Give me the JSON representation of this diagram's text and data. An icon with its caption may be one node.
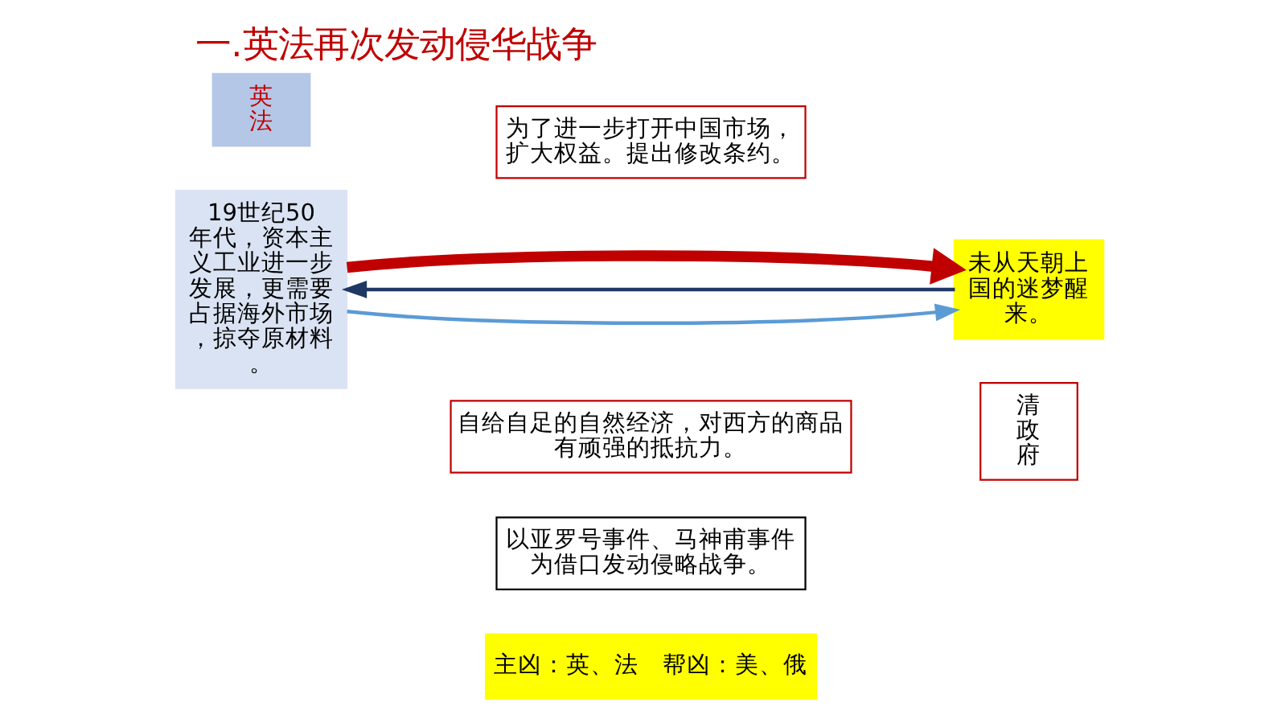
{
  "diagram": {
    "title": "一.英法再次发动侵华战争",
    "nodes": [
      {
        "text": [
          "英法"
        ]
      },
      {
        "text": [
          "19世纪50年代，资本主义工业进一步发展，更需要占据海外市场，掠夺原材料。"
        ]
      },
      {
        "text": [
          "为了进一步打开中国市场，扩大权益。提出修改条约。"
        ]
      },
      {
        "text": [
          "未从天朝上国的迷梦醒来。"
        ]
      },
      {
        "text": [
          "清政府"
        ]
      },
      {
        "text": [
          "自给自足的自然经济，对西方的商品有顽强的抵抗力。"
        ]
      },
      {
        "text": [
          "以亚罗号事件、马神甫事件为借口发动侵略战争。"
        ]
      },
      {
        "text": [
          "主凶：英、法　帮凶：美、俄"
        ]
      }
    ],
    "edges": [
      {
        "from": 1,
        "to": 3,
        "arrow": "to",
        "color": "#5b9bd5"
      },
      {
        "from": 3,
        "to": 1,
        "arrow": "to",
        "color": "#1f3864"
      },
      {
        "from": 1,
        "to": 3,
        "arrow": "to",
        "style": "thick",
        "color": "#c00000"
      }
    ]
  }
}
